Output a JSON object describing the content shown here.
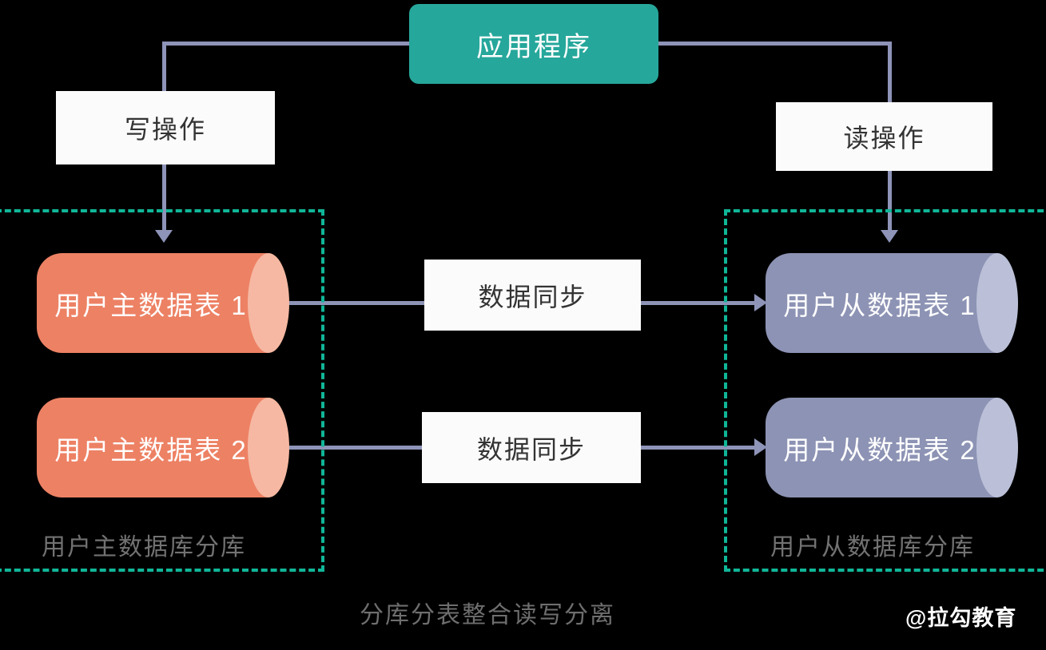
{
  "diagram": {
    "title": "分库分表整合读写分离",
    "watermark": "@拉勾教育",
    "colors": {
      "background": "#000000",
      "app_box": "#26A79B",
      "connector": "#8E94B8",
      "shard_border": "#10B698",
      "master_db": "#ED8164",
      "master_db_cap": "#F6B8A2",
      "slave_db": "#8D93B4",
      "slave_db_cap": "#BBC0D8",
      "label_box": "#FBFBFB",
      "label_text": "#333333",
      "muted_text": "#6E6E6E"
    },
    "app": {
      "label": "应用程序"
    },
    "operations": {
      "write": "写操作",
      "read": "读操作"
    },
    "sync": {
      "row1_label": "数据同步",
      "row2_label": "数据同步"
    },
    "master_group": {
      "label": "用户主数据库分库",
      "tables": [
        {
          "label": "用户主数据表 1"
        },
        {
          "label": "用户主数据表 2"
        }
      ]
    },
    "slave_group": {
      "label": "用户从数据库分库",
      "tables": [
        {
          "label": "用户从数据表 1"
        },
        {
          "label": "用户从数据表 2"
        }
      ]
    }
  }
}
